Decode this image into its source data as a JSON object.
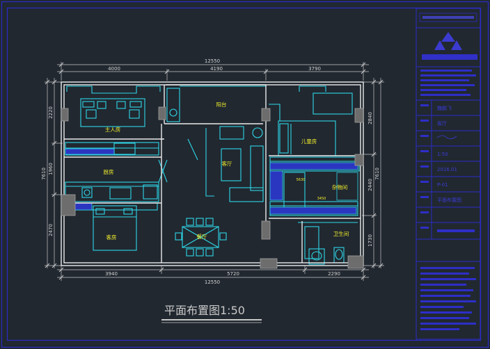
{
  "drawing": {
    "title": "平面布置图1:50",
    "dimensions": {
      "top_total": "12550",
      "top_segments": [
        "4000",
        "4190",
        "3790"
      ],
      "bottom_total": "12550",
      "bottom_segments": [
        "3940",
        "5720",
        "2290"
      ],
      "left_total": "7610",
      "left_segments": [
        "2220",
        "1960",
        "2470"
      ],
      "right_total": "7610",
      "right_segments": [
        "2840",
        "2440",
        "1730"
      ]
    },
    "rooms": {
      "balcony": "阳台",
      "master_bedroom": "主人房",
      "kids_room": "儿童房",
      "kitchen": "厨房",
      "living_room": "客厅",
      "storage_room": "杂物间",
      "guest_room": "客房",
      "dining_room": "餐厅",
      "bathroom": "卫生间"
    },
    "small_labels": {
      "dim_a": "5630",
      "dim_b": "3450"
    }
  },
  "title_block": {
    "name": "魏鹏飞",
    "label": "客厅",
    "scale": "1:50",
    "date": "2016.01",
    "sheet": "P-01",
    "drawing_name": "平面布置图"
  },
  "colors": {
    "background": "#212830",
    "frame": "#2b2bc9",
    "wall": "#ececec",
    "furniture": "#2fd8e8",
    "dimension": "#c9c9c9",
    "room_label": "#f1ee2c",
    "fill_blue": "#2b36c0"
  }
}
